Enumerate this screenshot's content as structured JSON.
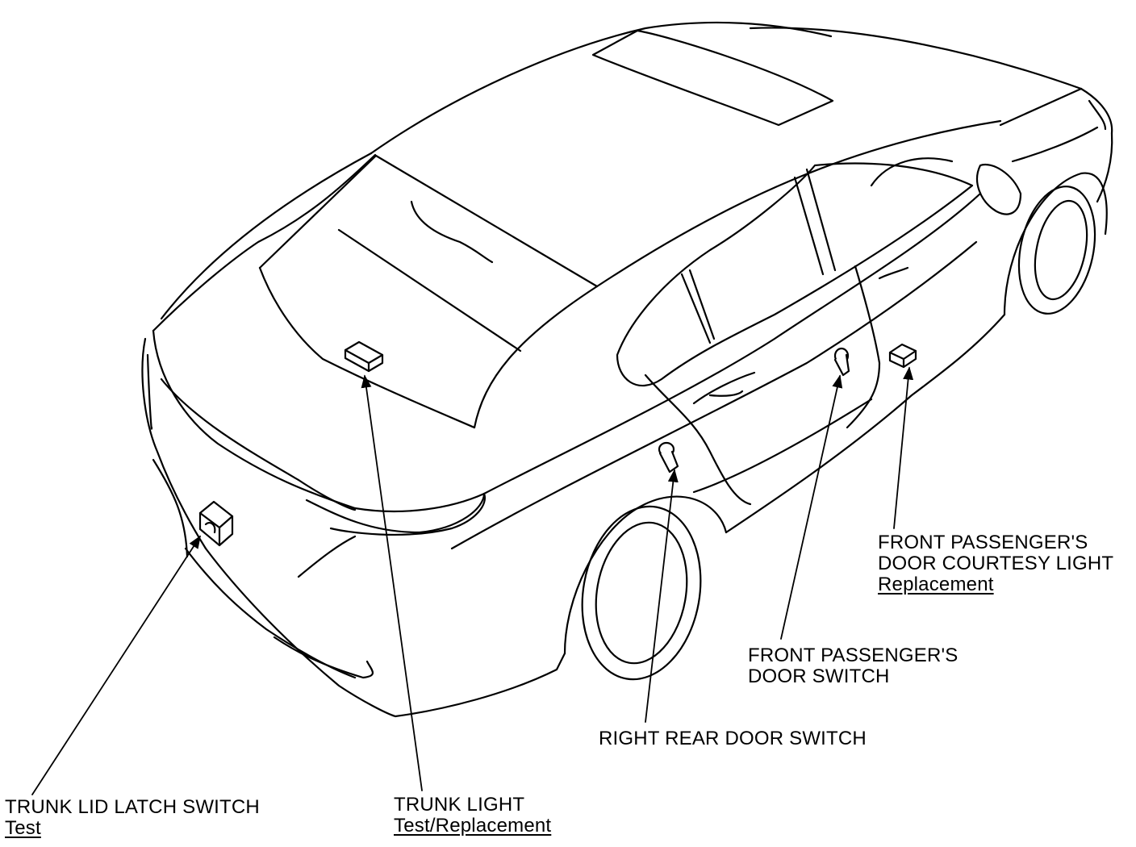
{
  "labels": {
    "trunk_lid_latch_switch": {
      "title": "TRUNK LID LATCH SWITCH",
      "link": "Test"
    },
    "trunk_light": {
      "title": "TRUNK LIGHT",
      "link": "Test/Replacement"
    },
    "right_rear_door_switch": {
      "title": "RIGHT REAR DOOR SWITCH"
    },
    "front_passenger_door_switch": {
      "title_line1": "FRONT PASSENGER'S",
      "title_line2": "DOOR SWITCH"
    },
    "front_passenger_courtesy_light": {
      "title_line1": "FRONT PASSENGER'S",
      "title_line2": "DOOR COURTESY LIGHT",
      "link": "Replacement"
    }
  },
  "colors": {
    "line": "#000000",
    "background": "#ffffff"
  }
}
